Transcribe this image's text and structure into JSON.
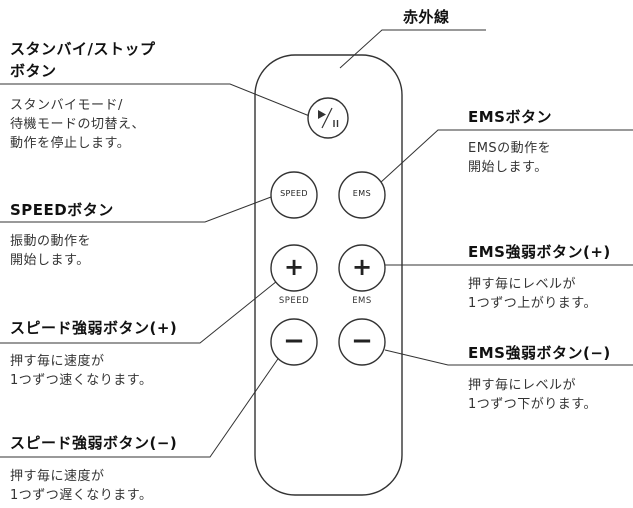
{
  "remote": {
    "play_pause_glyph": "▶/II",
    "speed_button_label": "SPEED",
    "ems_button_label": "EMS",
    "plus_glyph": "+",
    "minus_glyph": "−",
    "speed_caption": "SPEED",
    "ems_caption": "EMS"
  },
  "callouts": {
    "infrared": {
      "title": "赤外線"
    },
    "standby": {
      "title_line1": "スタンバイ/ストップ",
      "title_line2": "ボタン",
      "desc_line1": "スタンバイモード/",
      "desc_line2": "待機モードの切替え、",
      "desc_line3": "動作を停止します。"
    },
    "speed": {
      "title": "SPEEDボタン",
      "desc_line1": "振動の動作を",
      "desc_line2": "開始します。"
    },
    "speed_plus": {
      "title": "スピード強弱ボタン(+)",
      "desc_line1": "押す毎に速度が",
      "desc_line2": "1つずつ速くなります。"
    },
    "speed_minus": {
      "title": "スピード強弱ボタン(−)",
      "desc_line1": "押す毎に速度が",
      "desc_line2": "1つずつ遅くなります。"
    },
    "ems": {
      "title": "EMSボタン",
      "desc_line1": "EMSの動作を",
      "desc_line2": "開始します。"
    },
    "ems_plus": {
      "title": "EMS強弱ボタン(+)",
      "desc_line1": "押す毎にレベルが",
      "desc_line2": "1つずつ上がります。"
    },
    "ems_minus": {
      "title": "EMS強弱ボタン(−)",
      "desc_line1": "押す毎にレベルが",
      "desc_line2": "1つずつ下がります。"
    }
  }
}
